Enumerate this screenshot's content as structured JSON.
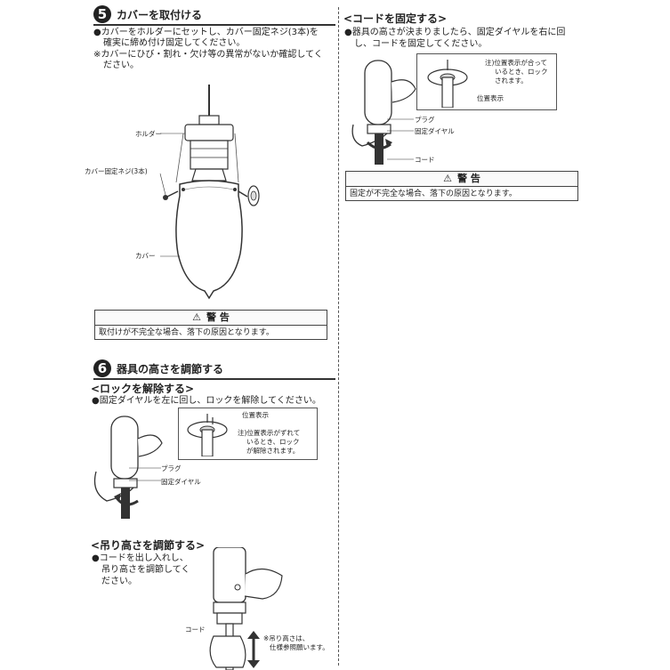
{
  "divider": "column-divider",
  "sec5": {
    "num": "5",
    "title": "カバーを取付ける",
    "b1": "●カバーをホルダーにセットし、カバー固定ネジ(3本)を",
    "b1b": "確実に締め付け固定してください。",
    "n1": "※カバーにひび・割れ・欠け等の異常がないか確認してく",
    "n1b": "ださい。",
    "lbl_holder": "ホルダー",
    "lbl_screw": "カバー固定ネジ(3本)",
    "lbl_cover": "カバー",
    "warn_title": "警 告",
    "warn_text": "取付けが不完全な場合、落下の原因となります。"
  },
  "sec6": {
    "num": "6",
    "title": "器具の高さを調節する",
    "unlock_title": "<ロックを解除する>",
    "unlock_text": "●固定ダイヤルを左に回し、ロックを解除してください。",
    "lbl_pos": "位置表示",
    "note1": "注)位置表示がずれて",
    "note2": "いるとき、ロック",
    "note3": "が解除されます。",
    "lbl_plug": "プラグ",
    "lbl_dial": "固定ダイヤル",
    "height_title": "<吊り高さを調節する>",
    "h1": "●コードを出し入れし、",
    "h2": "吊り高さを調節してく",
    "h3": "ださい。",
    "lbl_cord": "コード",
    "hn1": "※吊り高さは、",
    "hn2": "仕様参照願います。"
  },
  "right": {
    "fix_title": "<コードを固定する>",
    "f1": "●器具の高さが決まりましたら、固定ダイヤルを右に回",
    "f2": "し、コードを固定してください。",
    "rn1": "注)位置表示が合って",
    "rn2": "いるとき、ロック",
    "rn3": "されます。",
    "lbl_pos": "位置表示",
    "lbl_plug": "プラグ",
    "lbl_dial": "固定ダイヤル",
    "lbl_cord": "コード",
    "warn_title": "警 告",
    "warn_text": "固定が不完全な場合、落下の原因となります。"
  }
}
